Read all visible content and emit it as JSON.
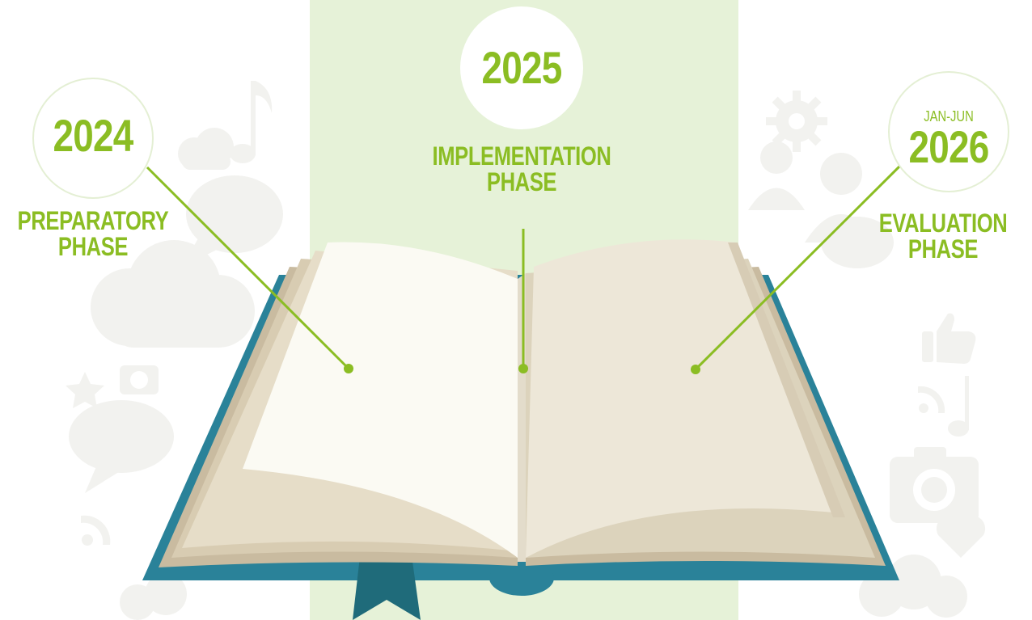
{
  "colors": {
    "accent": "#8bbd23",
    "panel": "#e6f2d8",
    "cover": "#2a8299",
    "bookmark": "#1f6b7a",
    "background_icons": "#f2f2ef"
  },
  "phases": [
    {
      "year_prefix": "",
      "year": "2024",
      "label_line1": "PREPARATORY",
      "label_line2": "PHASE"
    },
    {
      "year_prefix": "",
      "year": "2025",
      "label_line1": "IMPLEMENTATION",
      "label_line2": "PHASE"
    },
    {
      "year_prefix": "JAN-JUN",
      "year": "2026",
      "label_line1": "EVALUATION",
      "label_line2": "PHASE"
    }
  ],
  "background_icons": [
    "music-note-icon",
    "speech-bubble-icon",
    "cloud-icon",
    "star-icon",
    "camera-icon",
    "rss-icon",
    "gear-icon",
    "person-icon",
    "thumbs-up-icon",
    "heart-icon"
  ]
}
